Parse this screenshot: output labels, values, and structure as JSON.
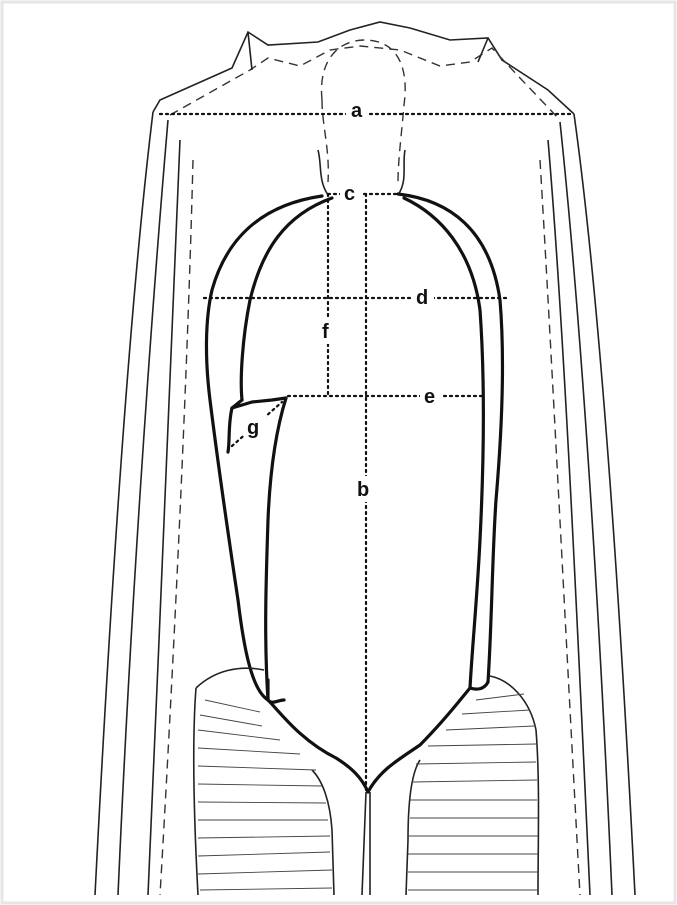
{
  "labels": {
    "a": "a",
    "b": "b",
    "c": "c",
    "d": "d",
    "e": "e",
    "f": "f",
    "g": "g"
  },
  "colors": {
    "background": "#ffffff",
    "ink": "#111111"
  }
}
